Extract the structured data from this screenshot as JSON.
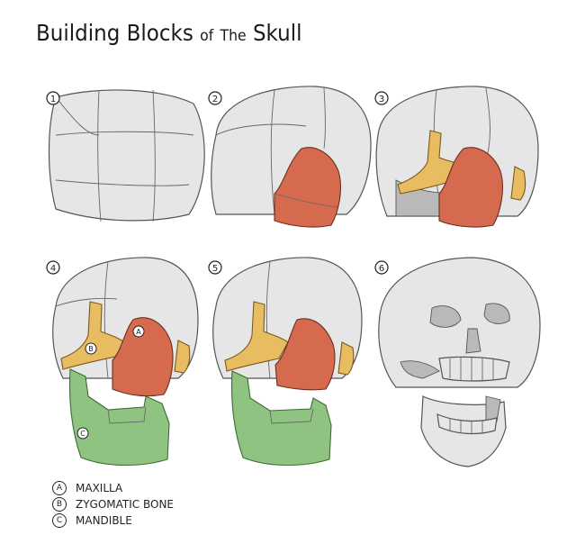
{
  "title": {
    "part1": "Building Blocks",
    "part2": "of",
    "part3": "The",
    "part4": "Skull"
  },
  "panels": [
    {
      "number": "1"
    },
    {
      "number": "2"
    },
    {
      "number": "3"
    },
    {
      "number": "4"
    },
    {
      "number": "5"
    },
    {
      "number": "6"
    }
  ],
  "part_markers": {
    "a": "A",
    "b": "B",
    "c": "C"
  },
  "legend": [
    {
      "marker": "A",
      "label": "MAXILLA"
    },
    {
      "marker": "B",
      "label": "ZYGOMATIC BONE"
    },
    {
      "marker": "C",
      "label": "MANDIBLE"
    }
  ],
  "colors": {
    "cranium": "#e6e6e6",
    "maxilla": "#d66a4e",
    "zygomatic": "#e8bd62",
    "mandible": "#8fc382",
    "shadow": "#b9b9b9",
    "outline": "#555555"
  }
}
